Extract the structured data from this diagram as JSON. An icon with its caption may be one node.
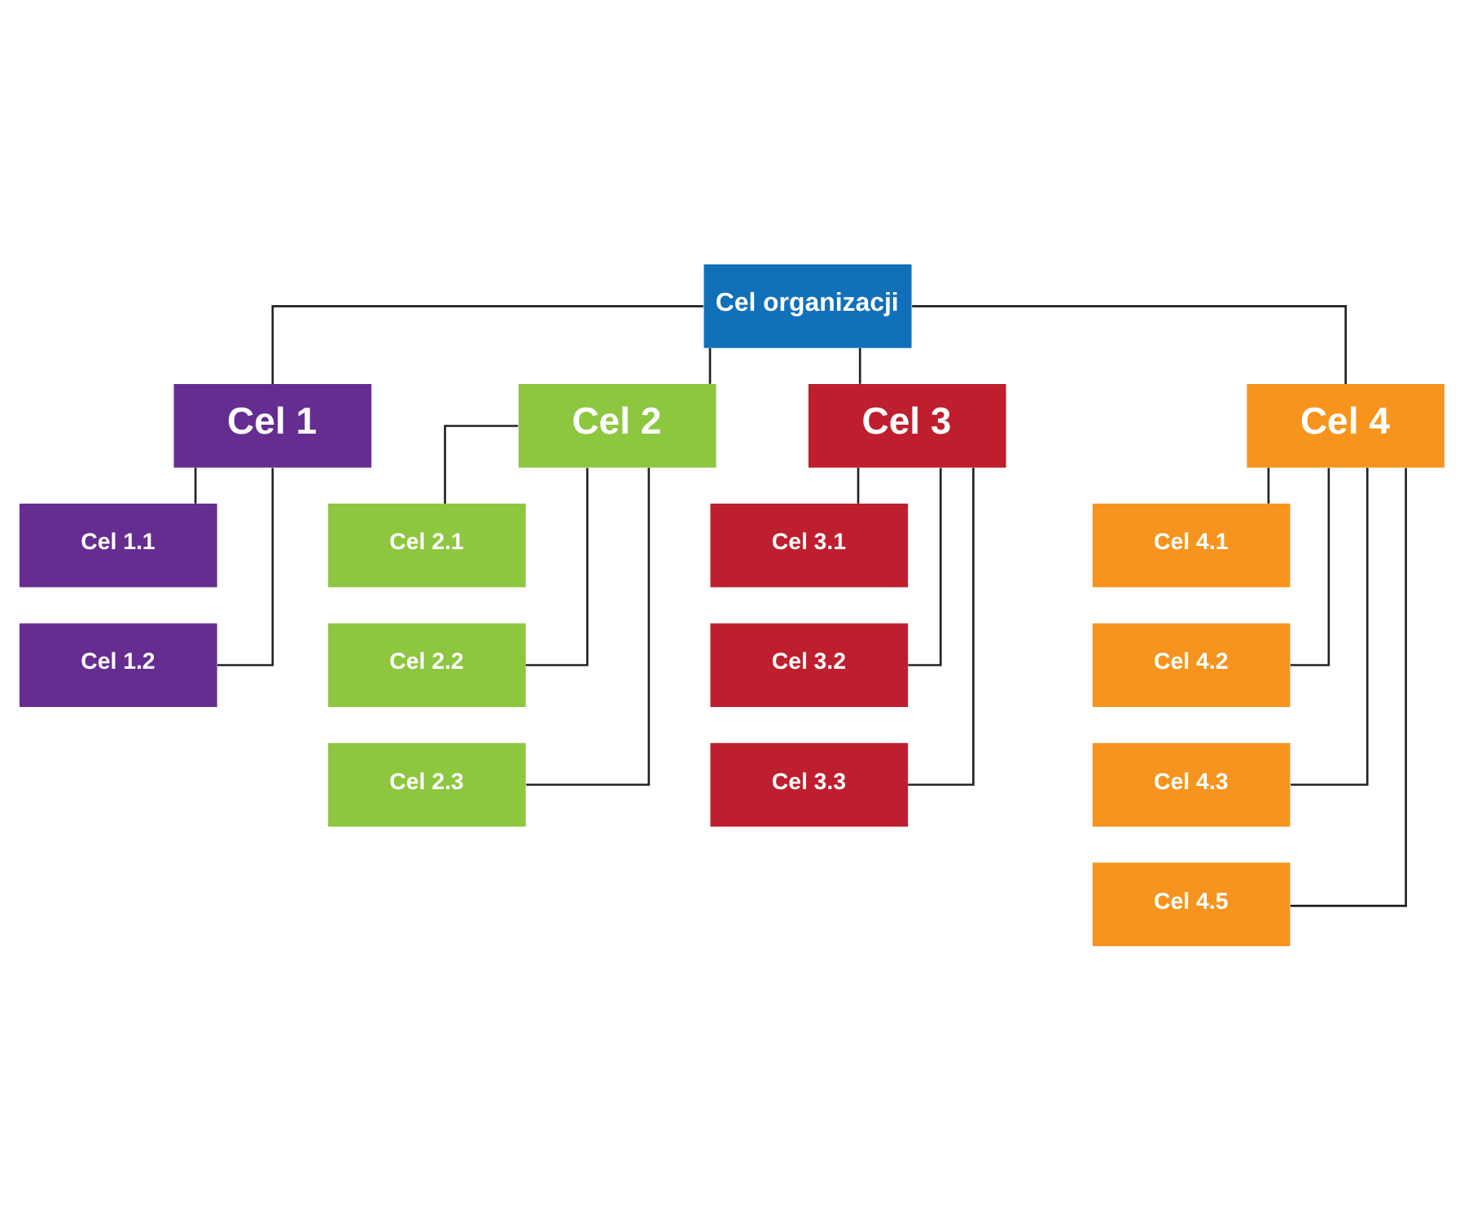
{
  "diagram": {
    "nodes": [
      {
        "text": [
          "Cel organizacji"
        ]
      },
      {
        "text": [
          "Cel 1"
        ]
      },
      {
        "text": [
          "Cel 2"
        ]
      },
      {
        "text": [
          "Cel 3"
        ]
      },
      {
        "text": [
          "Cel 4"
        ]
      },
      {
        "text": [
          "Cel 1.1"
        ]
      },
      {
        "text": [
          "Cel 1.2"
        ]
      },
      {
        "text": [
          "Cel 2.1"
        ]
      },
      {
        "text": [
          "Cel 2.2"
        ]
      },
      {
        "text": [
          "Cel 2.3"
        ]
      },
      {
        "text": [
          "Cel 3.1"
        ]
      },
      {
        "text": [
          "Cel 3.2"
        ]
      },
      {
        "text": [
          "Cel 3.3"
        ]
      },
      {
        "text": [
          "Cel 4.1"
        ]
      },
      {
        "text": [
          "Cel 4.2"
        ]
      },
      {
        "text": [
          "Cel 4.3"
        ]
      },
      {
        "text": [
          "Cel 4.5"
        ]
      }
    ],
    "edges": [
      {
        "from": 0,
        "to": 1,
        "arrow": "none"
      },
      {
        "from": 0,
        "to": 2,
        "arrow": "none"
      },
      {
        "from": 0,
        "to": 3,
        "arrow": "none"
      },
      {
        "from": 0,
        "to": 4,
        "arrow": "none"
      },
      {
        "from": 1,
        "to": 5,
        "arrow": "none"
      },
      {
        "from": 1,
        "to": 6,
        "arrow": "none"
      },
      {
        "from": 2,
        "to": 7,
        "arrow": "none"
      },
      {
        "from": 2,
        "to": 8,
        "arrow": "none"
      },
      {
        "from": 2,
        "to": 9,
        "arrow": "none"
      },
      {
        "from": 3,
        "to": 10,
        "arrow": "none"
      },
      {
        "from": 3,
        "to": 11,
        "arrow": "none"
      },
      {
        "from": 3,
        "to": 12,
        "arrow": "none"
      },
      {
        "from": 4,
        "to": 13,
        "arrow": "none"
      },
      {
        "from": 4,
        "to": 14,
        "arrow": "none"
      },
      {
        "from": 4,
        "to": 15,
        "arrow": "none"
      },
      {
        "from": 4,
        "to": 16,
        "arrow": "none"
      }
    ]
  }
}
